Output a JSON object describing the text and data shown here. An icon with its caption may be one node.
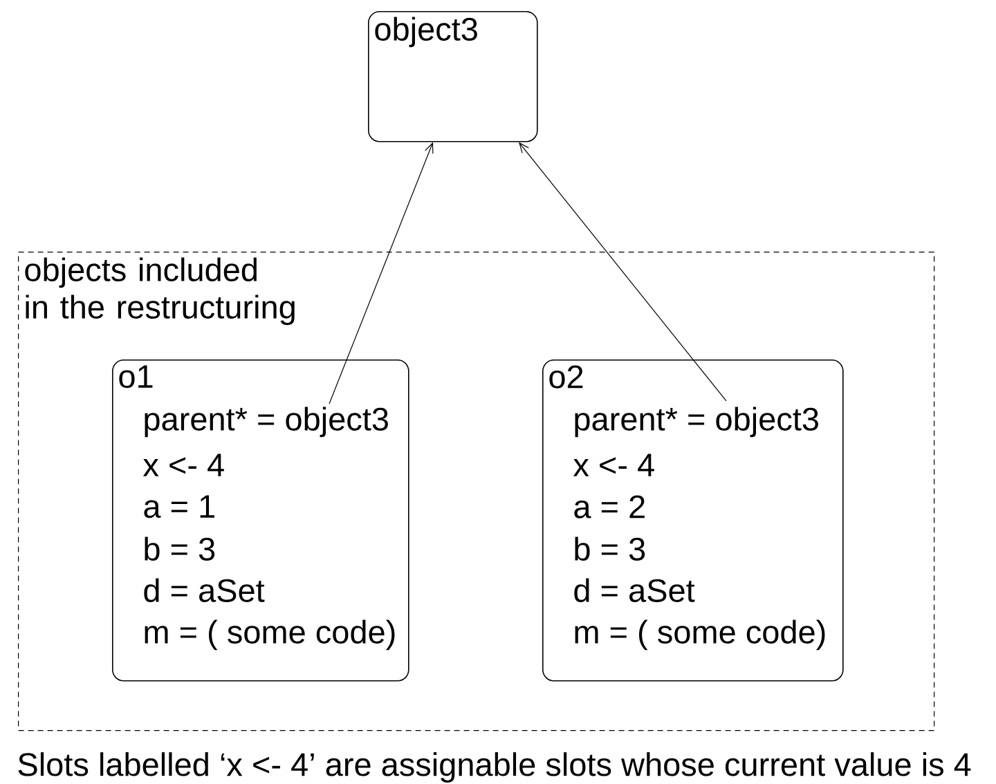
{
  "diagram": {
    "nodes": [
      {
        "text": [
          "object3"
        ]
      },
      {
        "text": [
          "objects included in the restructuring"
        ]
      },
      {
        "text": [
          "o1",
          "parent* = object3",
          "x <- 4",
          "a = 1",
          "b = 3",
          "d = aSet",
          "m = ( some code)"
        ],
        "in": 1
      },
      {
        "text": [
          "o2",
          "parent* = object3",
          "x <- 4",
          "a = 2",
          "b = 3",
          "d = aSet",
          "m = ( some code)"
        ],
        "in": 1
      }
    ],
    "edges": [
      {
        "from": 2,
        "to": 0,
        "arrow": "to"
      },
      {
        "from": 3,
        "to": 0,
        "arrow": "to"
      }
    ],
    "caption": "Slots labelled ‘x <- 4’ are assignable slots whose current value is 4"
  }
}
